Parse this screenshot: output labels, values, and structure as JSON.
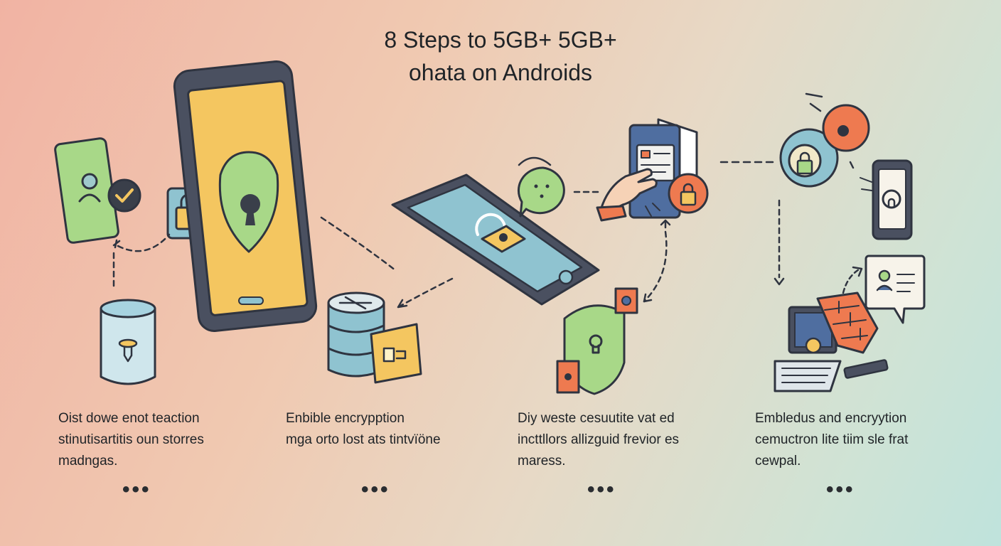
{
  "title": {
    "line1": "8 Steps to 5GB+ 5GB+",
    "line2": "ohata on Androids"
  },
  "steps": [
    {
      "lines": [
        "Oist dowe enot teaction",
        "stinutisartitis oun storres",
        "madngas."
      ],
      "more": "•••",
      "icons": [
        "contact-card-icon",
        "android-shield-phone-icon",
        "padlock-icon",
        "storage-jar-icon"
      ]
    },
    {
      "lines": [
        "Enbible encrypption",
        "mga orto lost ats tintvïöne"
      ],
      "more": "•••",
      "icons": [
        "tilted-phone-icon",
        "chat-bubble-icon",
        "database-icon",
        "folder-icon"
      ]
    },
    {
      "lines": [
        "Diy weste cesuutite vat ed",
        "incttllors allizguid frevior es",
        "maress."
      ],
      "more": "•••",
      "icons": [
        "document-stack-icon",
        "tapping-hand-icon",
        "shield-lock-icon",
        "lock-badge-icon"
      ]
    },
    {
      "lines": [
        "Embledus and encryytion",
        "cemuctron lite tiim sle frat",
        "cewpal."
      ],
      "more": "•••",
      "icons": [
        "security-dial-icon",
        "small-phone-lock-icon",
        "laptop-icon",
        "firewall-icon",
        "message-bubble-icon"
      ]
    }
  ],
  "colors": {
    "dark": "#3a3f4a",
    "green": "#a8d888",
    "yellow": "#f4c660",
    "blue": "#8fc3d0",
    "orange": "#ee7a50",
    "navy": "#4f6ea0"
  }
}
